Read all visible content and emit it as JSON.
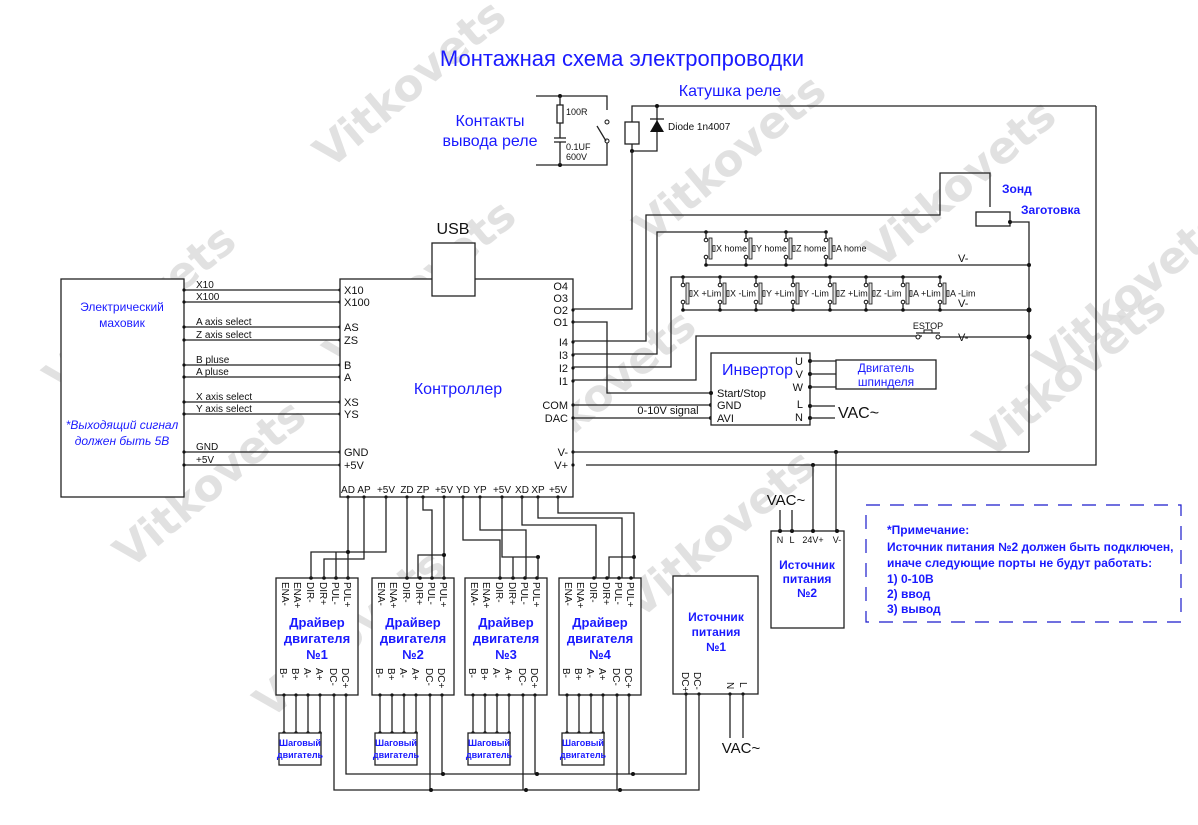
{
  "title": "Монтажная схема электропроводки",
  "watermark": "Vitkovets",
  "colors": {
    "label_blue": "#1a1aff",
    "wire": "#222222",
    "note_border": "#1a1acc"
  },
  "relay": {
    "contacts_label_line1": "Контакты",
    "contacts_label_line2": "вывода реле",
    "coil_label": "Катушка реле",
    "resistor": "100R",
    "capacitor_line1": "0.1UF",
    "capacitor_line2": "600V",
    "diode": "Diode 1n4007"
  },
  "handwheel": {
    "title_line1": "Электрический",
    "title_line2": "маховик",
    "note_line1": "*Выходящий сигнал",
    "note_line2": "должен быть 5В",
    "signals": [
      "X10",
      "X100",
      "A axis select",
      "Z axis select",
      "B pluse",
      "A pluse",
      "X axis select",
      "Y axis select",
      "GND",
      "+5V"
    ]
  },
  "controller": {
    "title": "Контроллер",
    "usb": "USB",
    "left_pins": [
      "X10",
      "X100",
      "AS",
      "ZS",
      "B",
      "A",
      "XS",
      "YS",
      "GND",
      "+5V"
    ],
    "right_pins": [
      "O4",
      "O3",
      "O2",
      "O1",
      "I4",
      "I3",
      "I2",
      "I1",
      "COM",
      "DAC",
      "V-",
      "V+"
    ],
    "bottom_pins": [
      "AD",
      "AP",
      "+5V",
      "ZD",
      "ZP",
      "+5V",
      "YD",
      "YP",
      "+5V",
      "XD",
      "XP",
      "+5V"
    ]
  },
  "probe": {
    "probe_label": "Зонд",
    "workpiece_label": "Заготовка"
  },
  "home_switches": [
    "X home",
    "Y home",
    "Z home",
    "A home"
  ],
  "limit_switches": [
    "X +Lim",
    "X -Lim",
    "Y +Lim",
    "Y -Lim",
    "Z +Lim",
    "Z -Lim",
    "A +Lim",
    "A -Lim"
  ],
  "estop": "ESTOP",
  "vminus": "V-",
  "inverter": {
    "title": "Инвертор",
    "left_pins": [
      "Start/Stop",
      "GND",
      "AVI"
    ],
    "right_pins": [
      "U",
      "V",
      "W",
      "L",
      "N"
    ],
    "signal_label": "0-10V signal",
    "vac": "VAC~"
  },
  "spindle": {
    "line1": "Двигатель",
    "line2": "шпинделя"
  },
  "drivers": [
    {
      "line1": "Драйвер",
      "line2": "двигателя",
      "line3": "№1"
    },
    {
      "line1": "Драйвер",
      "line2": "двигателя",
      "line3": "№2"
    },
    {
      "line1": "Драйвер",
      "line2": "двигателя",
      "line3": "№3"
    },
    {
      "line1": "Драйвер",
      "line2": "двигателя",
      "line3": "№4"
    }
  ],
  "driver_top_pins": [
    "ENA-",
    "ENA+",
    "DIR-",
    "DIR+",
    "PUL-",
    "PUL+"
  ],
  "driver_bottom_pins": [
    "B-",
    "B+",
    "A-",
    "A+",
    "DC-",
    "DC+"
  ],
  "stepper": {
    "line1": "Шаговый",
    "line2": "двигатель"
  },
  "psu1": {
    "line1": "Источник",
    "line2": "питания",
    "line3": "№1",
    "pins": [
      "DC+",
      "DC-",
      "N",
      "L"
    ],
    "vac": "VAC~"
  },
  "psu2": {
    "line1": "Источник",
    "line2": "питания",
    "line3": "№2",
    "pins": [
      "N",
      "L",
      "24V+",
      "V-"
    ],
    "vac": "VAC~"
  },
  "note": {
    "line1": "*Примечание:",
    "line2": "Источник питания №2 должен быть подключен,",
    "line3": " иначе следующие порты не будут работать:",
    "line4": "1) 0-10В",
    "line5": "2) ввод",
    "line6": "3) вывод"
  }
}
